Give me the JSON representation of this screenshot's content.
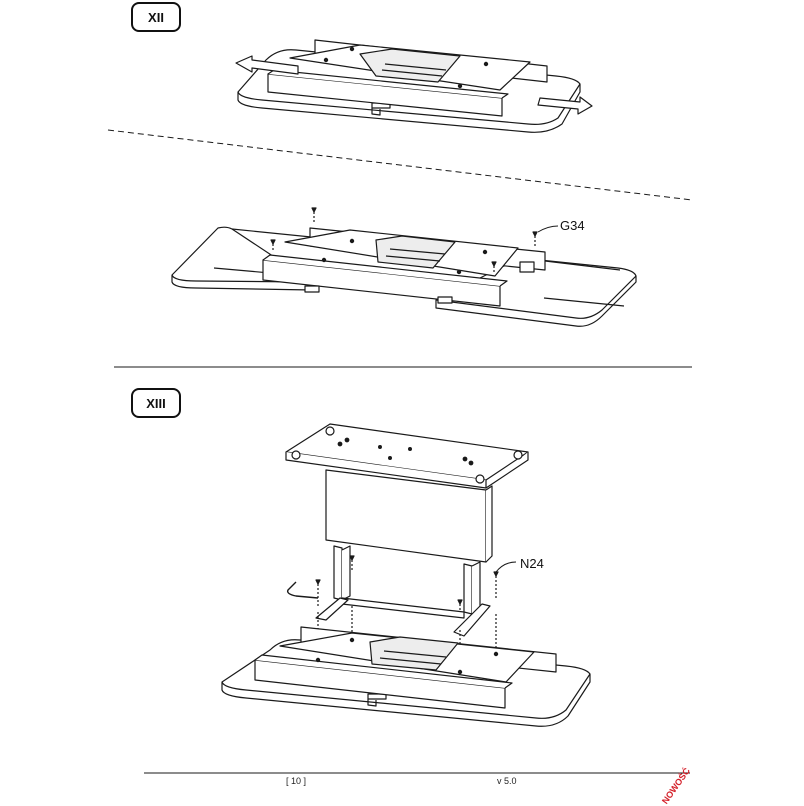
{
  "steps": [
    {
      "id": "XII"
    },
    {
      "id": "XIII"
    }
  ],
  "parts": {
    "screw_label": "G34",
    "leg_label": "N24"
  },
  "footer": {
    "page_number": "[ 10 ]",
    "version": "v 5.0",
    "brand_mark": "NOWOŚĆ"
  }
}
